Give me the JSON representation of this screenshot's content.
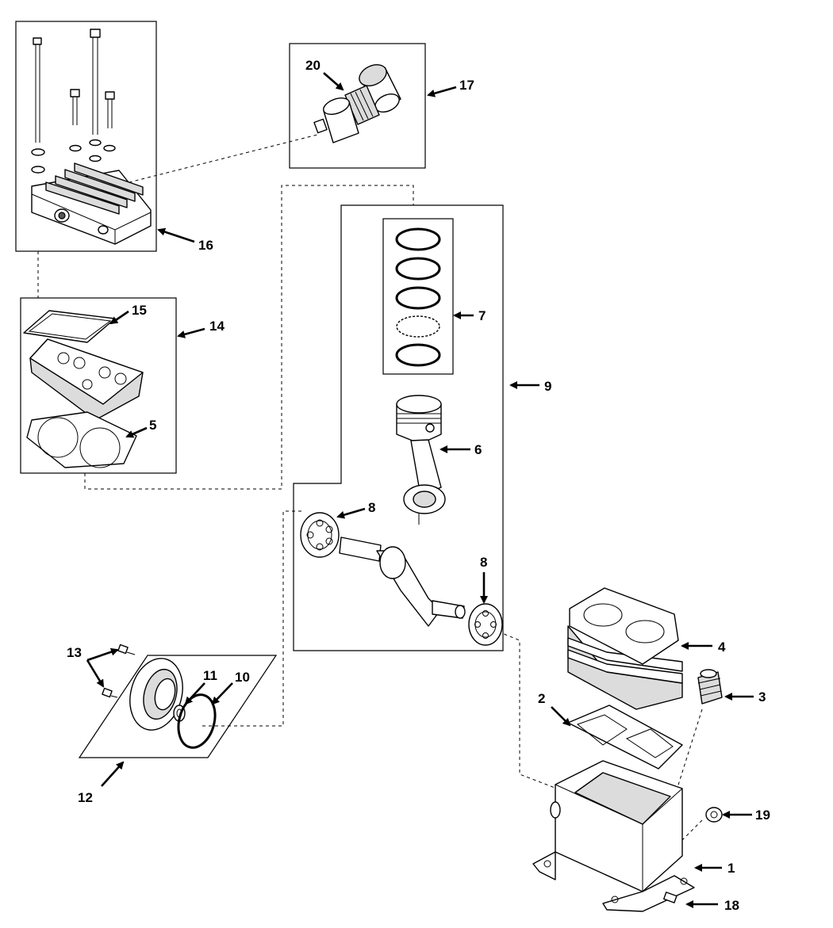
{
  "diagram": {
    "callouts": [
      {
        "id": "c1",
        "text": "1"
      },
      {
        "id": "c2",
        "text": "2"
      },
      {
        "id": "c3",
        "text": "3"
      },
      {
        "id": "c4",
        "text": "4"
      },
      {
        "id": "c5",
        "text": "5"
      },
      {
        "id": "c6",
        "text": "6"
      },
      {
        "id": "c7",
        "text": "7"
      },
      {
        "id": "c8a",
        "text": "8"
      },
      {
        "id": "c8b",
        "text": "8"
      },
      {
        "id": "c9",
        "text": "9"
      },
      {
        "id": "c10",
        "text": "10"
      },
      {
        "id": "c11",
        "text": "11"
      },
      {
        "id": "c12",
        "text": "12"
      },
      {
        "id": "c13",
        "text": "13"
      },
      {
        "id": "c14",
        "text": "14"
      },
      {
        "id": "c15",
        "text": "15"
      },
      {
        "id": "c16",
        "text": "16"
      },
      {
        "id": "c17",
        "text": "17"
      },
      {
        "id": "c18",
        "text": "18"
      },
      {
        "id": "c19",
        "text": "19"
      },
      {
        "id": "c20",
        "text": "20"
      }
    ]
  }
}
